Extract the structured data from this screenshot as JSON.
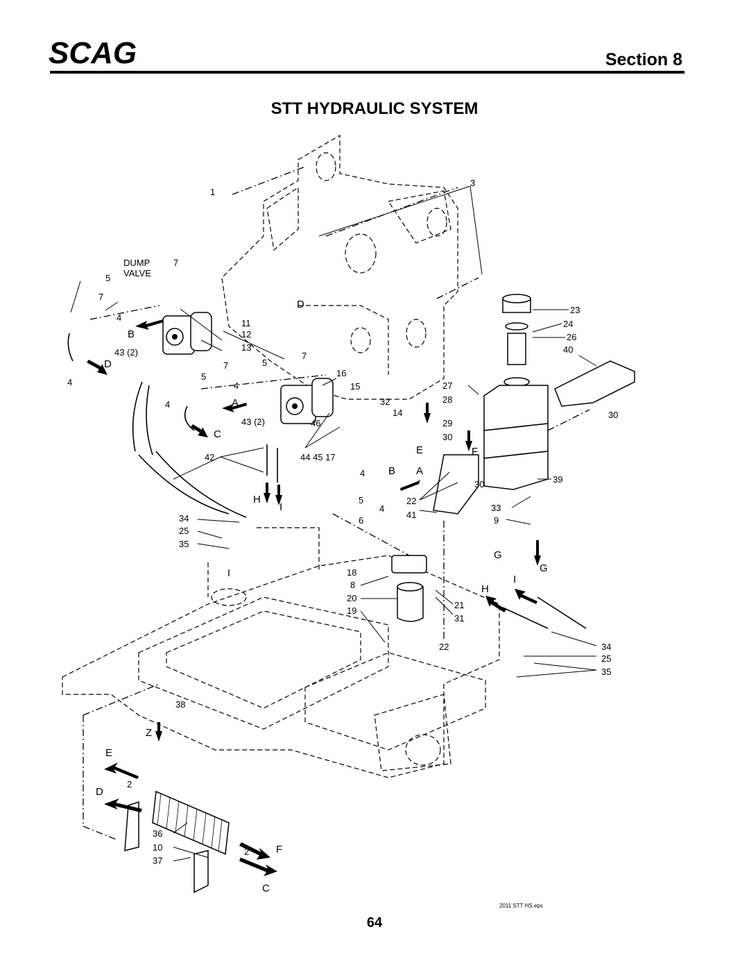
{
  "header": {
    "logo_text": "SCAG",
    "section_label": "Section 8"
  },
  "title": "STT HYDRAULIC SYSTEM",
  "footer": {
    "filename": "2011 STT HS.eps",
    "page_number": "64"
  },
  "callouts": {
    "dump_valve_line1": "DUMP",
    "dump_valve_line2": "VALVE",
    "n1": "1",
    "n2": "2",
    "n3": "3",
    "n4": "4",
    "n5": "5",
    "n6": "6",
    "n7": "7",
    "n8": "8",
    "n9": "9",
    "n10": "10",
    "n11": "11",
    "n12": "12",
    "n13": "13",
    "n14": "14",
    "n15": "15",
    "n16": "16",
    "n17": "17",
    "n18": "18",
    "n19": "19",
    "n20": "20",
    "n21": "21",
    "n22": "22",
    "n23": "23",
    "n24": "24",
    "n25": "25",
    "n26": "26",
    "n27": "27",
    "n28": "28",
    "n29": "29",
    "n30": "30",
    "n31": "31",
    "n32": "32",
    "n33": "33",
    "n34": "34",
    "n35": "35",
    "n36": "36",
    "n37": "37",
    "n38": "38",
    "n39": "39",
    "n40": "40",
    "n41": "41",
    "n42": "42",
    "n43_2": "43 (2)",
    "n44_45_17": "44 45 17",
    "n46": "46"
  },
  "letters": {
    "A": "A",
    "B": "B",
    "C": "C",
    "D": "D",
    "E": "E",
    "F": "F",
    "G": "G",
    "H": "H",
    "I": "I",
    "Z": "Z"
  }
}
